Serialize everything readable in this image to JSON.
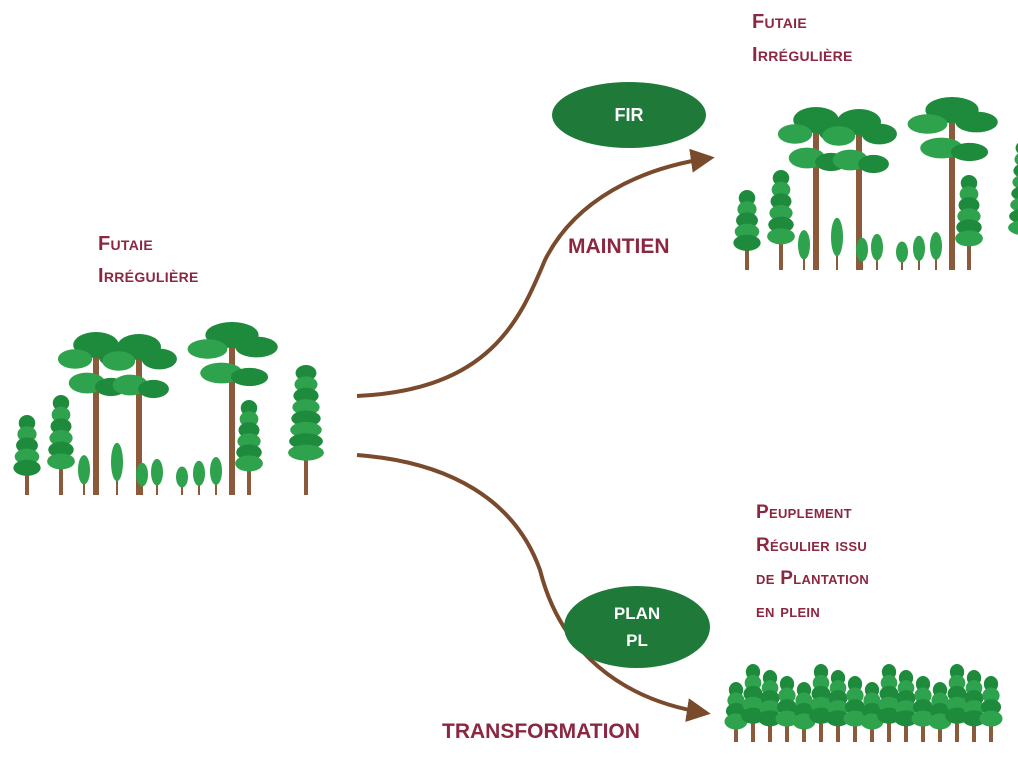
{
  "left_stand": {
    "line1": "Futaie",
    "line2": "Irrégulière"
  },
  "top_stand": {
    "line1": "Futaie",
    "line2": "Irrégulière"
  },
  "bottom_stand": {
    "line1": "Peuplement",
    "line2": "Régulier issu",
    "line3": "de Plantation",
    "line4": "en plein"
  },
  "fir_badge": {
    "label": "FIR"
  },
  "plan_badge": {
    "line1": "PLAN",
    "line2": "PL"
  },
  "upper_path": {
    "label": "MAINTIEN"
  },
  "lower_path": {
    "label": "TRANSFORMATION"
  },
  "colors": {
    "label_red": "#8b2741",
    "badge_green": "#1f7a3a",
    "foliage_green": "#1e8a3c",
    "foliage_light": "#2ea24c",
    "trunk_brown": "#8a5a3b",
    "arrow_brown": "#7a4a2c"
  }
}
